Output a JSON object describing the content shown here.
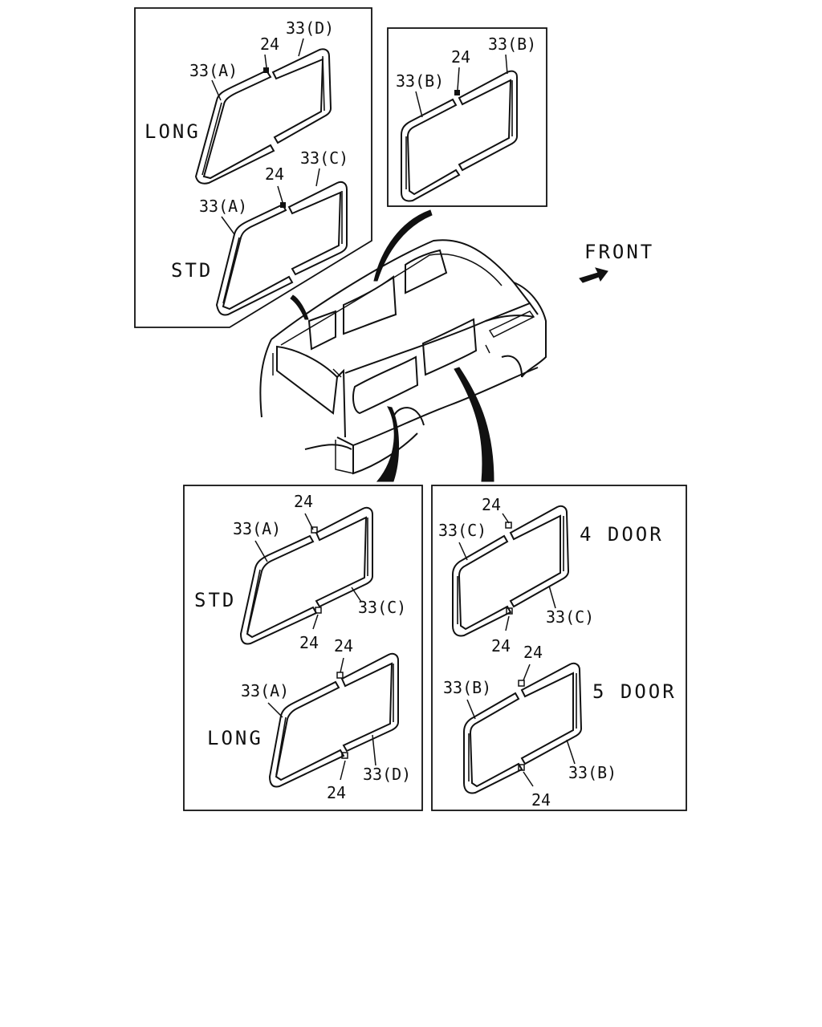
{
  "front_label": "FRONT",
  "panel_top_left": {
    "long": {
      "variant": "LONG",
      "seal_a": "33(A)",
      "seal_b": "33(D)",
      "clip": "24"
    },
    "std": {
      "variant": "STD",
      "seal_a": "33(A)",
      "seal_b": "33(C)",
      "clip": "24"
    }
  },
  "panel_top_right": {
    "seal_left": "33(B)",
    "seal_right": "33(B)",
    "clip": "24"
  },
  "panel_bottom_left": {
    "std": {
      "variant": "STD",
      "seal_a": "33(A)",
      "seal_b": "33(C)",
      "clip_top": "24",
      "clip_bottom": "24"
    },
    "long": {
      "variant": "LONG",
      "seal_a": "33(A)",
      "seal_b": "33(D)",
      "clip_top": "24",
      "clip_bottom": "24"
    }
  },
  "panel_bottom_right": {
    "four_door": {
      "variant": "4  DOOR",
      "seal_a": "33(C)",
      "seal_b": "33(C)",
      "clip_top": "24",
      "clip_bottom": "24"
    },
    "five_door": {
      "variant": "5  DOOR",
      "seal_a": "33(B)",
      "seal_b": "33(B)",
      "clip_top": "24",
      "clip_bottom": "24"
    }
  },
  "icons": {
    "front_arrow": "arrow-icon"
  }
}
